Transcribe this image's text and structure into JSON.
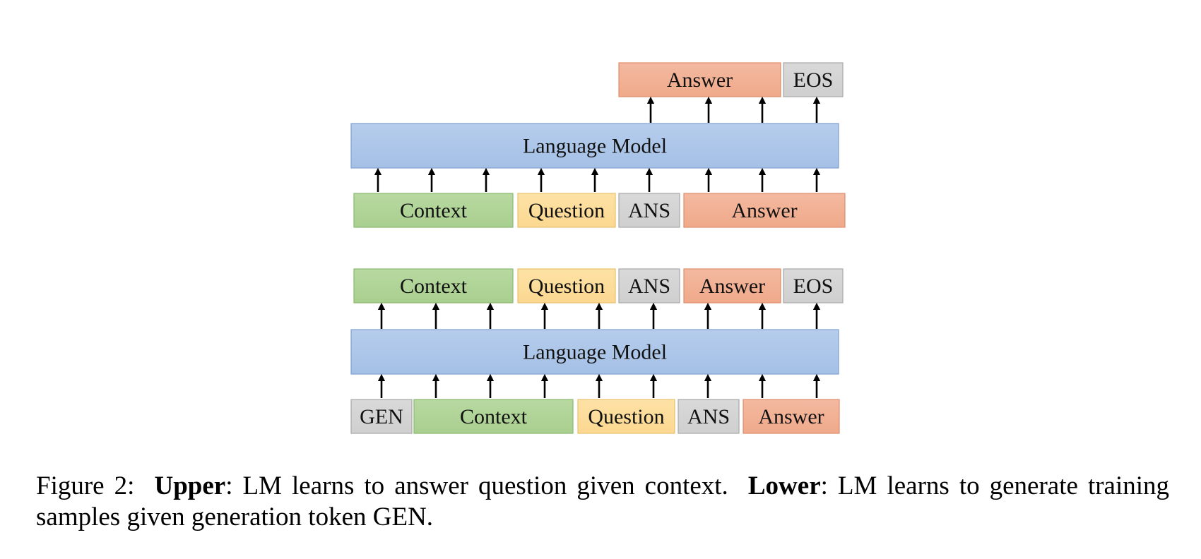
{
  "colors": {
    "context": "#a9cf8f",
    "context_border": "#8ab870",
    "question": "#fcd890",
    "question_border": "#e8c16e",
    "answer": "#f0a98a",
    "answer_border": "#dd8e6c",
    "special": "#cfcfcf",
    "special_border": "#a8a8a8",
    "model": "#a4c0e6",
    "model_border": "#7f9fce",
    "arrow": "#000000"
  },
  "upper": {
    "model_label": "Language Model",
    "outputs": [
      {
        "label": "Answer",
        "kind": "answer"
      },
      {
        "label": "EOS",
        "kind": "special"
      }
    ],
    "inputs": [
      {
        "label": "Context",
        "kind": "context"
      },
      {
        "label": "Question",
        "kind": "question"
      },
      {
        "label": "ANS",
        "kind": "special"
      },
      {
        "label": "Answer",
        "kind": "answer"
      }
    ]
  },
  "lower": {
    "model_label": "Language Model",
    "outputs": [
      {
        "label": "Context",
        "kind": "context"
      },
      {
        "label": "Question",
        "kind": "question"
      },
      {
        "label": "ANS",
        "kind": "special"
      },
      {
        "label": "Answer",
        "kind": "answer"
      },
      {
        "label": "EOS",
        "kind": "special"
      }
    ],
    "inputs": [
      {
        "label": "GEN",
        "kind": "special"
      },
      {
        "label": "Context",
        "kind": "context"
      },
      {
        "label": "Question",
        "kind": "question"
      },
      {
        "label": "ANS",
        "kind": "special"
      },
      {
        "label": "Answer",
        "kind": "answer"
      }
    ]
  },
  "caption": {
    "prefix": "Figure 2:",
    "upper_bold": "Upper",
    "upper_text": ": LM learns to answer question given context.",
    "lower_bold": "Lower",
    "lower_text": ": LM learns to generate training samples given generation token GEN."
  }
}
